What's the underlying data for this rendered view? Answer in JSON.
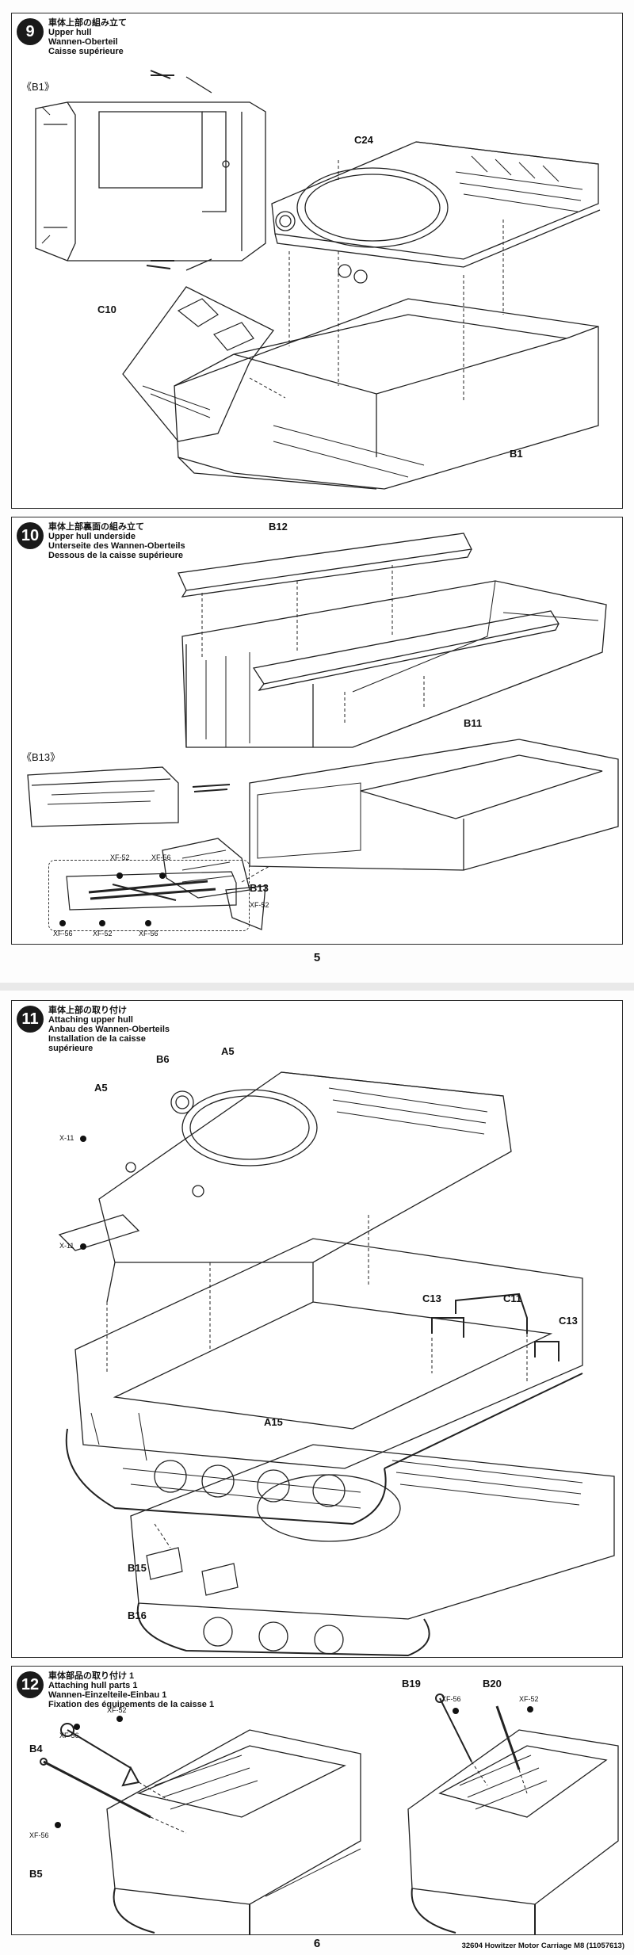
{
  "pages": [
    {
      "number": "5"
    },
    {
      "number": "6"
    }
  ],
  "footer": {
    "text": "32604 Howitzer Motor Carriage M8 (11057613)"
  },
  "steps": [
    {
      "number": "9",
      "title_ja": "車体上部の組み立て",
      "title_en": "Upper hull",
      "title_de": "Wannen-Oberteil",
      "title_fr": "Caisse supérieure",
      "ref_label": "《B1》",
      "parts": [
        "C24",
        "C10",
        "B1"
      ]
    },
    {
      "number": "10",
      "title_ja": "車体上部裏面の組み立て",
      "title_en": "Upper hull underside",
      "title_de": "Unterseite des Wannen-Oberteils",
      "title_fr": "Dessous de la caisse supérieure",
      "ref_label": "《B13》",
      "parts": [
        "B12",
        "B11",
        "B13"
      ],
      "paints": [
        "XF-52",
        "XF-56",
        "XF-52",
        "XF-56",
        "XF-52",
        "XF-56"
      ]
    },
    {
      "number": "11",
      "title_ja": "車体上部の取り付け",
      "title_en": "Attaching upper hull",
      "title_de": "Anbau des Wannen-Oberteils",
      "title_fr": "Installation de la caisse",
      "title_fr2": "supérieure",
      "parts": [
        "B6",
        "A5",
        "A5",
        "C13",
        "C11",
        "C13",
        "A15",
        "B15",
        "B16"
      ],
      "marks": [
        "X-11",
        "X-11"
      ]
    },
    {
      "number": "12",
      "title_ja": "車体部品の取り付け 1",
      "title_en": "Attaching hull parts 1",
      "title_de": "Wannen-Einzelteile-Einbau 1",
      "title_fr": "Fixation des équipements de la caisse 1",
      "parts": [
        "B4",
        "B5",
        "B19",
        "B20"
      ],
      "paints": [
        "XF-56",
        "XF-52",
        "XF-56",
        "XF-56",
        "XF-52"
      ]
    }
  ],
  "colors": {
    "ink": "#111111",
    "paper": "#ffffff",
    "badge": "#1a1a1a"
  }
}
